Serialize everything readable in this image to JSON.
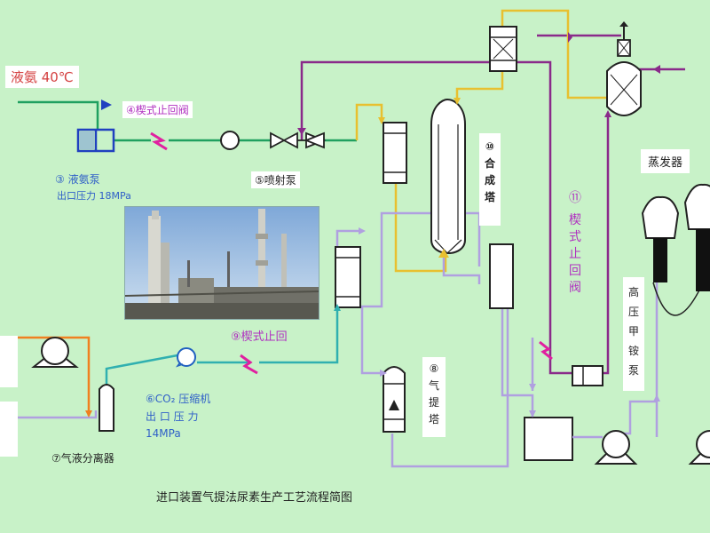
{
  "labels": {
    "liquid_ammonia": "液氨 40℃",
    "check_valve_4": "④楔式止回阀",
    "pump_3": "③ 液氨泵",
    "pump_3_pressure": "出口压力 18MPa",
    "ejector_5": "⑤喷射泵",
    "check_valve_9": "⑨楔式止回",
    "co2_compressor": "⑥CO₂ 压缩机",
    "co2_pressure_line1": "出 口 压 力",
    "co2_pressure_line2": "14MPa",
    "separator_7": "⑦气液分离器",
    "stripper_num": "⑧",
    "stripper_name": "气提塔",
    "synthesis_num": "⑩",
    "synthesis_name": "合成塔",
    "check_valve_11_num": "⑪",
    "check_valve_11_name": "楔式止回阀",
    "hp_pump": "高压甲铵泵",
    "evaporator": "蒸发器",
    "caption": "进口装置气提法尿素生产工艺流程简图"
  },
  "colors": {
    "background": "#c8f2c8",
    "ammonia_line": "#20a060",
    "co2_line": "#30b0b0",
    "purple_line": "#8a2a8a",
    "yellow_line": "#e8c030",
    "lavender_line": "#b0a0e0",
    "orange_line": "#f08020",
    "check_valve_mark": "#e020a0"
  }
}
